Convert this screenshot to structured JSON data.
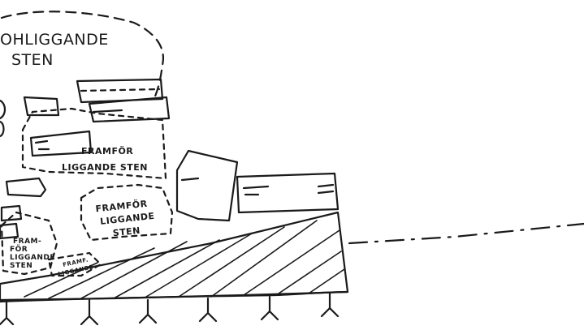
{
  "labels": {
    "top": [
      "OHLIGGANDE",
      "STEN"
    ],
    "middle": [
      "FRAMFÖR",
      "LIGGANDE STEN"
    ],
    "center": [
      "FRAMFÖR",
      "LIGGANDE",
      "STEN"
    ],
    "left_small": [
      "FRAM-",
      "FÖR",
      "LIGGANDE",
      "STEN"
    ],
    "tiny": [
      "FRAMF.",
      "LIGGANDE"
    ]
  },
  "ink_color": "#1a1a1a",
  "background": "#ffffff"
}
